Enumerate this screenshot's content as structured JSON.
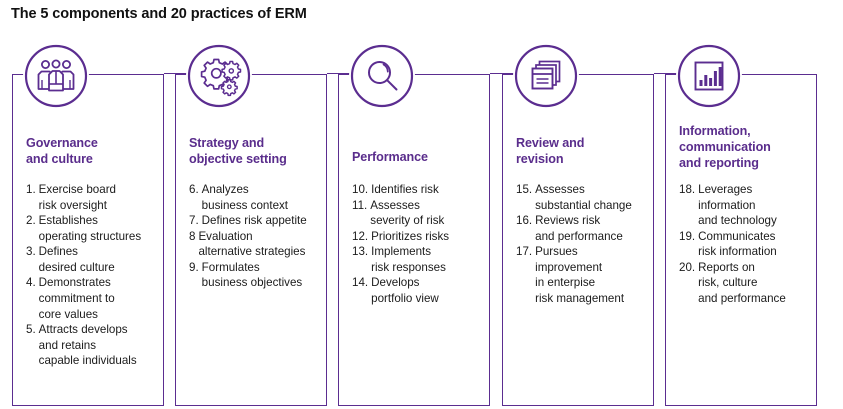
{
  "title": "The 5 components and 20 practices of ERM",
  "colors": {
    "purple": "#5B2D90",
    "heading_purple": "#5A2D8C",
    "text": "#1b1b1b",
    "title": "#111111",
    "background": "#ffffff"
  },
  "columns": [
    {
      "icon": "people-group-icon",
      "heading": "Governance\nand culture",
      "items": [
        {
          "num": "1.",
          "text": "Exercise board\nrisk oversight"
        },
        {
          "num": "2.",
          "text": "Establishes\noperating structures"
        },
        {
          "num": "3.",
          "text": "Defines\ndesired culture"
        },
        {
          "num": "4.",
          "text": "Demonstrates\ncommitment to\ncore values"
        },
        {
          "num": "5.",
          "text": "Attracts develops\nand retains\ncapable individuals"
        }
      ]
    },
    {
      "icon": "gears-icon",
      "heading": "Strategy and\nobjective setting",
      "items": [
        {
          "num": "6.",
          "text": "Analyzes\nbusiness context"
        },
        {
          "num": "7.",
          "text": "Defines risk appetite"
        },
        {
          "num": "8",
          "text": "Evaluation\nalternative strategies"
        },
        {
          "num": "9.",
          "text": "Formulates\nbusiness objectives"
        }
      ]
    },
    {
      "icon": "magnifying-glass-icon",
      "heading": "Performance",
      "items": [
        {
          "num": "10.",
          "text": "Identifies risk"
        },
        {
          "num": "11.",
          "text": "Assesses\nseverity of risk"
        },
        {
          "num": "12.",
          "text": "Prioritizes risks"
        },
        {
          "num": "13.",
          "text": "Implements\nrisk responses"
        },
        {
          "num": "14.",
          "text": "Develops\nportfolio view"
        }
      ]
    },
    {
      "icon": "stacked-documents-icon",
      "heading": "Review and\nrevision",
      "items": [
        {
          "num": "15.",
          "text": "Assesses\nsubstantial change"
        },
        {
          "num": "16.",
          "text": "Reviews risk\nand performance"
        },
        {
          "num": "17.",
          "text": "Pursues\nimprovement\nin enterpise\nrisk management"
        }
      ]
    },
    {
      "icon": "bar-chart-icon",
      "heading": "Information,\ncommunication\nand reporting",
      "items": [
        {
          "num": "18.",
          "text": "Leverages\ninformation\nand technology"
        },
        {
          "num": "19.",
          "text": "Communicates\nrisk information"
        },
        {
          "num": "20.",
          "text": "Reports on\nrisk, culture\nand performance"
        }
      ]
    }
  ]
}
